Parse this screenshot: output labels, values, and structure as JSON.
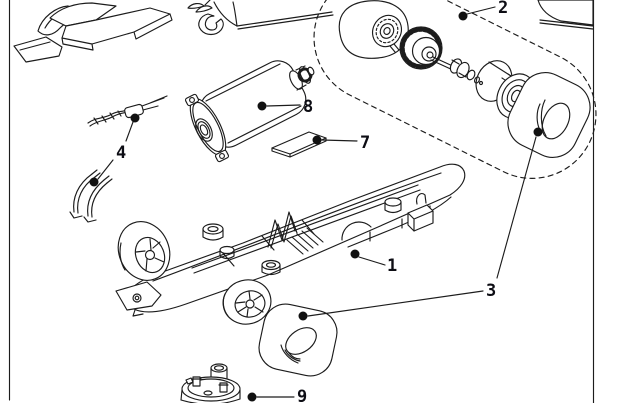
{
  "diagram": {
    "kind": "exploded-parts-diagram",
    "colors": {
      "background": "#ffffff",
      "line": "#1c1c1c",
      "label": "#0d0d14",
      "leader_dot": "#111111"
    },
    "callouts": [
      {
        "number": "1",
        "part": "chassis"
      },
      {
        "number": "2",
        "part": "wheel-axle-gear-assembly"
      },
      {
        "number": "3",
        "part": "tire"
      },
      {
        "number": "4",
        "part": "lead-wires-and-contacts"
      },
      {
        "number": "7",
        "part": "plate"
      },
      {
        "number": "8",
        "part": "motor"
      },
      {
        "number": "9",
        "part": "guide-unit"
      }
    ]
  }
}
